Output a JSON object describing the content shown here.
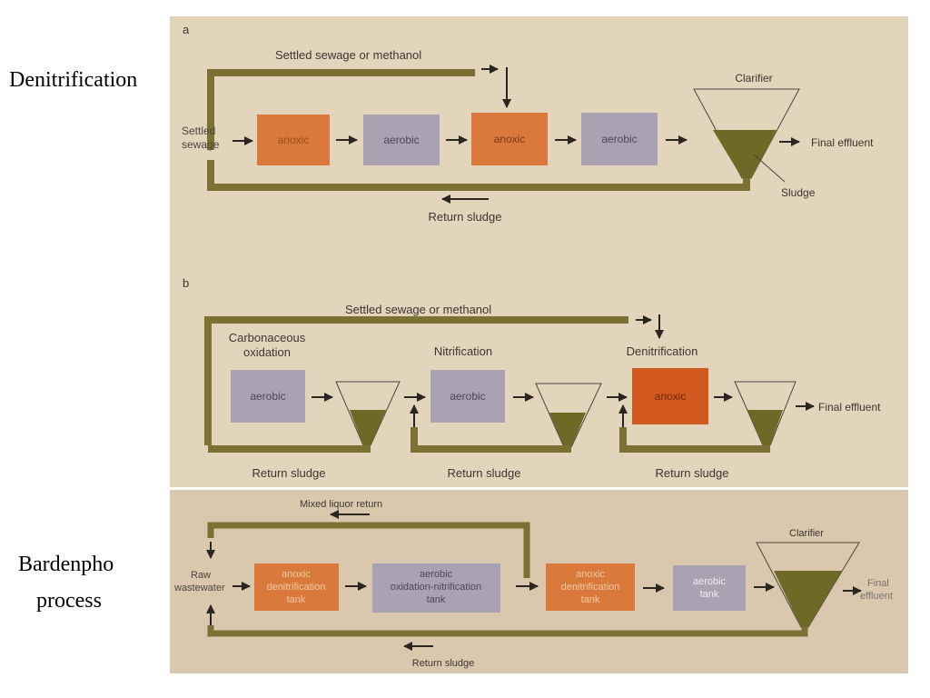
{
  "side_labels": {
    "denitrification": "Denitrification",
    "bardenpho_line1": "Bardenpho",
    "bardenpho_line2": "process"
  },
  "colors": {
    "panel_bg": "#e2d5bc",
    "panel_bg_bottom": "#d9c8ad",
    "anoxic": "#d97a3c",
    "aerobic": "#a9a2b2",
    "pipe": "#7a7132",
    "sludge": "#6e6a25",
    "arrow": "#2a2520",
    "text": "#3d3530"
  },
  "panel_a": {
    "letter": "a",
    "feed_label": "Settled sewage or methanol",
    "inlet_line1": "Settled",
    "inlet_line2": "sewage",
    "boxes": [
      "anoxic",
      "aerobic",
      "anoxic",
      "aerobic"
    ],
    "clarifier_label": "Clarifier",
    "effluent_label": "Final effluent",
    "sludge_label": "Sludge",
    "return_label": "Return sludge"
  },
  "panel_b": {
    "letter": "b",
    "feed_label": "Settled sewage or methanol",
    "stage1_line1": "Carbonaceous",
    "stage1_line2": "oxidation",
    "stage2": "Nitrification",
    "stage3": "Denitrification",
    "boxes": [
      "aerobic",
      "aerobic",
      "anoxic"
    ],
    "effluent_label": "Final effluent",
    "return_labels": [
      "Return sludge",
      "Return sludge",
      "Return sludge"
    ]
  },
  "panel_c": {
    "mixed_liquor": "Mixed liquor return",
    "inlet_line1": "Raw",
    "inlet_line2": "wastewater",
    "box1": [
      "anoxic",
      "denitrification",
      "tank"
    ],
    "box2": [
      "aerobic",
      "oxidation-nitrification",
      "tank"
    ],
    "box3": [
      "anoxic",
      "denitrification",
      "tank"
    ],
    "box4": [
      "aerobic",
      "tank"
    ],
    "clarifier_label": "Clarifier",
    "effluent_line1": "Final",
    "effluent_line2": "effluent",
    "return_label": "Return sludge"
  }
}
